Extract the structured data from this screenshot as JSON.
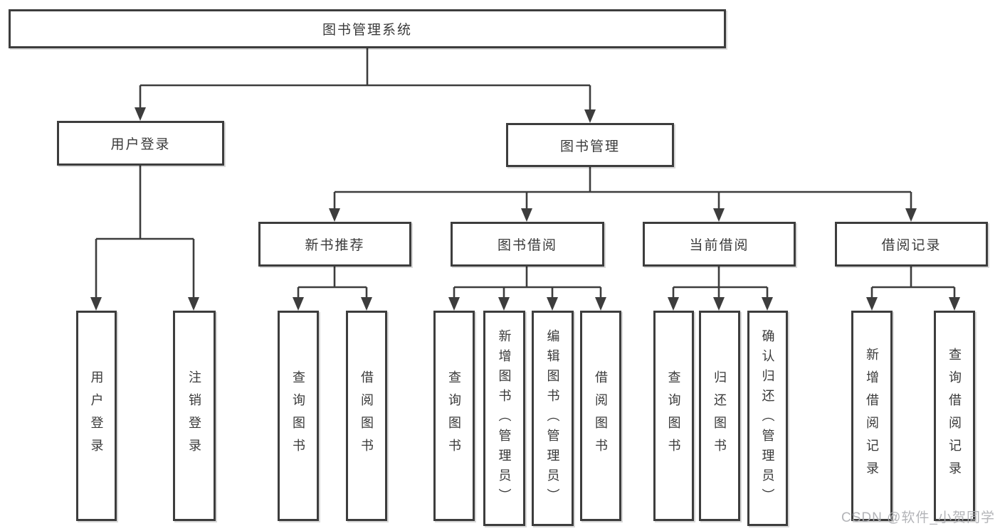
{
  "diagram": {
    "root_label": "图书管理系统",
    "level1": {
      "user_login": "用户登录",
      "book_mgmt": "图书管理"
    },
    "level2": {
      "new_books": "新书推荐",
      "book_borrow": "图书借阅",
      "current_borrow": "当前借阅",
      "borrow_records": "借阅记录"
    },
    "leaves": {
      "user_login": [
        "用户登录",
        "注销登录"
      ],
      "new_books": [
        "查询图书",
        "借阅图书"
      ],
      "book_borrow": [
        "查询图书",
        "新增图书（管理员）",
        "编辑图书（管理员）",
        "借阅图书"
      ],
      "current_borrow": [
        "查询图书",
        "归还图书",
        "确认归还（管理员）"
      ],
      "borrow_records": [
        "新增借阅记录",
        "查询借阅记录"
      ]
    },
    "watermark": "CSDN @软件_小贺同学"
  },
  "colors": {
    "line": "#3d3d3d",
    "text": "#3a3a3a",
    "watermark": "#acaeb2",
    "background": "#ffffff"
  }
}
